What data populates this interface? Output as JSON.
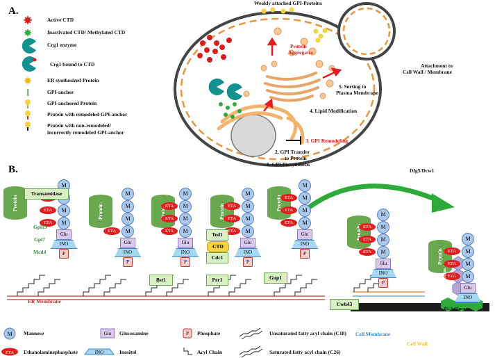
{
  "panel_a": {
    "letter": "A.",
    "legend": [
      {
        "icon": "red-star-icon",
        "label": "Active CTD"
      },
      {
        "icon": "green-star-icon",
        "label": "Inactivated CTD/ Methylated CTD"
      },
      {
        "icon": "pacman-icon",
        "label": "Crg1 enzyme"
      },
      {
        "icon": "pacman-bound-icon",
        "label": "Crg1 bound to CTD"
      },
      {
        "icon": "er-protein-icon",
        "label": "ER synthesized Protein"
      },
      {
        "icon": "gpi-anchor-icon",
        "label": "GPI-anchor"
      },
      {
        "icon": "gpi-protein-icon",
        "label": "GPI-anchored Protein"
      },
      {
        "icon": "remodeled-icon",
        "label": "Protein with  remodeled GPI-anchor"
      },
      {
        "icon": "nonremodeled-icon",
        "label": "Protein with non-remodeled/"
      },
      {
        "icon": "",
        "label": "incorrectly remodeled GPI-anchor"
      }
    ],
    "labels": {
      "weakly": "Weakly attached GPI-Proteins",
      "aggregates_1": "Protein",
      "aggregates_2": "Aggregates",
      "attachment_1": "Attachment to",
      "attachment_2": "Cell  Wall / Membrane",
      "sorting_1": "5. Sorting to",
      "sorting_2": "Plasma Membrane",
      "lipid": "4. Lipid Modification",
      "remodeling": "3. GPI Remodeling",
      "transfer_1": "2. GPI Transfer",
      "transfer_2": "to Protein",
      "biosynthesis": "1. GPI Biosynthesis"
    }
  },
  "panel_b": {
    "letter": "B.",
    "protein_label": "Protein",
    "mannose_label": "M",
    "eta_label": "ETA",
    "glu_label": "Glu",
    "ino_label": "INO",
    "phosphate_label": "P",
    "enzymes": {
      "transamidase": "Transamidase",
      "gpi13": "Gpi13",
      "gpi7": "Gpi7",
      "mcd4": "Mcd4",
      "bst1": "Bst1",
      "ted1": "Ted1",
      "ctd": "CTD",
      "cdc1": "Cdc1",
      "per1": "Per1",
      "gup1": "Gup1",
      "cwh43": "Cwh43",
      "dfg5": "Dfg5/Dcw1"
    },
    "membranes": {
      "er": "ER Membrane",
      "cell": "Cell Membrane",
      "wall": "Cell Wall",
      "b16": "β1-6 Glucans",
      "b13": "β1-3 Glucans"
    },
    "legend": {
      "mannose": "Mannose",
      "glucosamine": "Glucosamine",
      "phosphate": "Phosphate",
      "unsaturated": "Unsaturated fatty acyl chain (C18)",
      "eta": "Ethanolaminephosphate",
      "inositol": "Inositol",
      "acyl": "Acyl Chain",
      "saturated": "Saturated fatty acyl chain (C26)"
    }
  },
  "colors": {
    "green_accent": "#2eaa3a",
    "red_accent": "#e02020",
    "mannose_fill": "#a9c8ec",
    "orange_membrane": "#e8963c"
  }
}
